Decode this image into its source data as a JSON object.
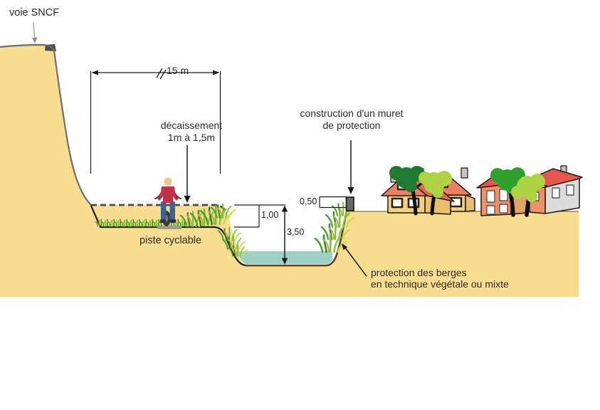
{
  "labels": {
    "voie_sncf": "voie SNCF",
    "dim_width": "15 m",
    "decaissement_1": "décaissement",
    "decaissement_2": "1m à 1,5m",
    "muret_1": "construction d'un muret",
    "muret_2": "de protection",
    "piste_cyclable": "piste cyclable",
    "dim_depth_upper": "1,00",
    "dim_depth_total": "3,50",
    "dim_muret_height": "0,50",
    "berges_1": "protection des berges",
    "berges_2": "en technique végétale ou mixte"
  },
  "colors": {
    "ground": "#F8DC8F",
    "water": "#9FD0C6",
    "embankment_outline": "#6e6e6e",
    "path_line": "#1a1a1a",
    "channel_line": "#6B3A1F",
    "dashed_ground_line": "#4a4a4a",
    "muret_wall": "#696969",
    "roof_left": "#EE7D62",
    "roof_right": "#E6564A",
    "house_wall_left": "#F4CF7C",
    "house_wall_right": "#F09066",
    "tree_dark": "#1F7A33",
    "tree_light": "#AED342",
    "text": "#2b2b2d"
  }
}
